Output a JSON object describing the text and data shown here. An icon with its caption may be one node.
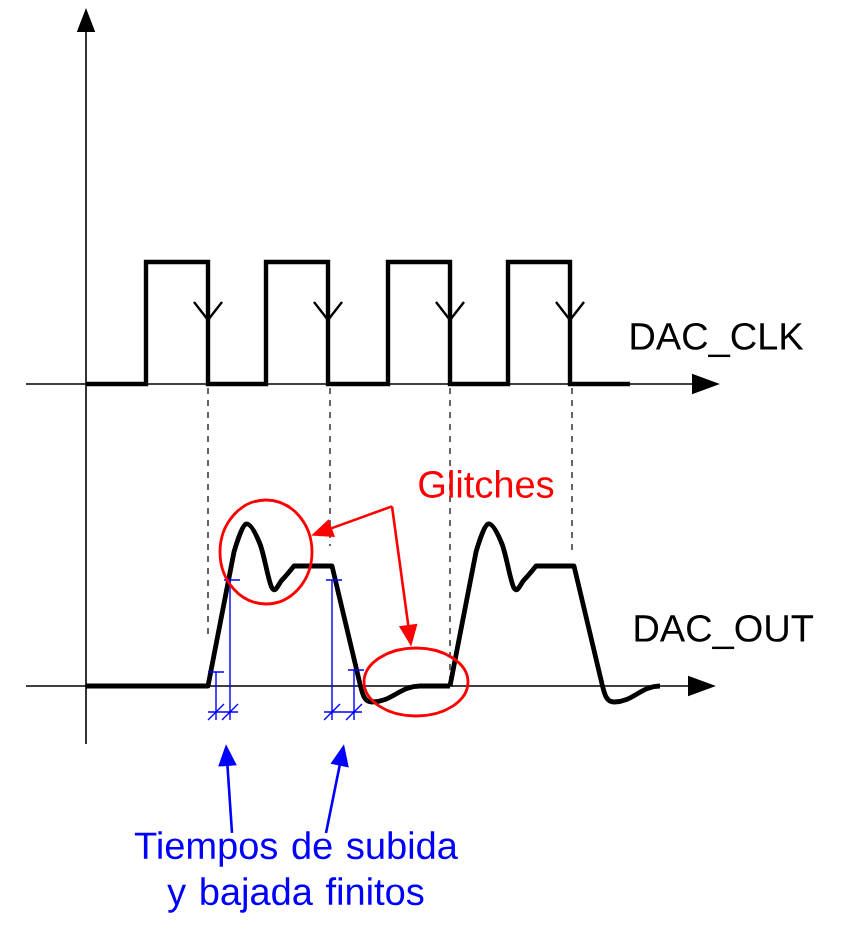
{
  "diagram": {
    "nodes": [
      {
        "text": [
          "Glitches"
        ]
      },
      {
        "text": [],
        "shape": "circle"
      },
      {
        "text": [],
        "shape": "circle"
      },
      {
        "text": [
          "Tiempos de subida y bajada finitos"
        ]
      }
    ],
    "edges": [
      {
        "from": 0,
        "to": 1,
        "arrow": "to",
        "color": "#ff0000"
      },
      {
        "from": 0,
        "to": 2,
        "arrow": "to",
        "color": "#ff0000"
      },
      {
        "from": 3,
        "to": null,
        "arrow": "to",
        "color": "#0000ff"
      },
      {
        "from": 3,
        "to": null,
        "arrow": "to",
        "color": "#0000ff"
      }
    ],
    "labels": [
      "DAC_CLK",
      "DAC_OUT"
    ]
  }
}
